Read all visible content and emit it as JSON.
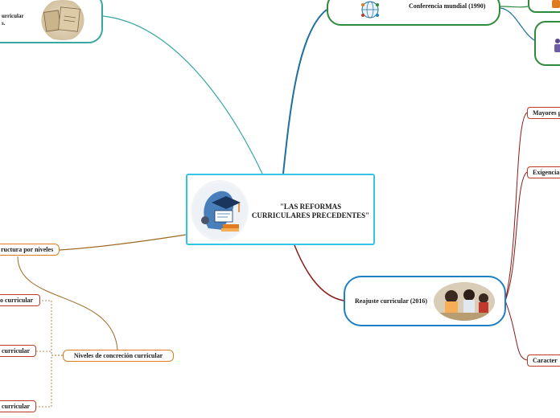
{
  "central": {
    "title": "\"LAS REFORMAS CURRICULARES PRECEDENTES\""
  },
  "topics": {
    "conferencia": "Conferencia mundial (1990)",
    "reajuste": "Reajuste curricular (2016)",
    "estructura": "ructura por niveles",
    "niveles": "Niveles de concreción curricular",
    "curricular_top": "urricular",
    "curricular_top2": "s."
  },
  "subtopics": {
    "curricular_a": "o curricular",
    "curricular_b": "curricular",
    "curricular_c": "curricular",
    "mayores": "Mayores g",
    "exigencias": "Exigencia",
    "caracteristicas": "Caracter"
  },
  "colors": {
    "central_border": "#35c4e6",
    "teal": "#3aa8a0",
    "green": "#2e8b3c",
    "blue": "#1f7fc4",
    "brown": "#a06a24",
    "darkred": "#8b1a1a",
    "orange": "#e07b1f",
    "red": "#c0392b"
  }
}
